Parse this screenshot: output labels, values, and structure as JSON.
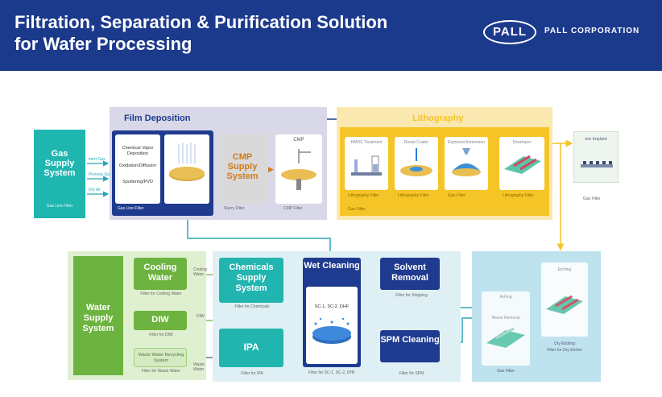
{
  "header": {
    "title_line1": "Filtration, Separation & Purification Solution",
    "title_line2": "for Wafer Processing",
    "logo_text": "PALL",
    "company": "PALL CORPORATION"
  },
  "gas": {
    "title": "Gas Supply System",
    "lines": [
      "Inert Gas",
      "Process Gas",
      "Dry Air"
    ],
    "filter": "Gas Line Filter"
  },
  "film": {
    "title": "Film Deposition",
    "processes": [
      "Chemical Vapor Deposition",
      "Oxidation/Diffusion",
      "Sputtering/PVD"
    ],
    "filter": "Gas Line Filter",
    "cmp_system": "CMP Supply System",
    "cmp_system_filter": "Slurry Filter",
    "cmp_label": "CMP",
    "cmp_filter": "CMP Filter"
  },
  "litho": {
    "title": "Lithography",
    "steps": [
      "HMDS Treatment",
      "Resist Coater",
      "Exposure/Immersion",
      "Developer"
    ],
    "filters": [
      "Lithography Filter",
      "Lithography Filter",
      "Gas Filter",
      "Lithography Filter"
    ],
    "gas_filter_extra": "Gas Filter"
  },
  "ion": {
    "title": "Ion Implant",
    "filter": "Gas Filter"
  },
  "water": {
    "title": "Water Supply System",
    "cooling": "Cooling Water",
    "cooling_filter": "Filter for Cooling Water",
    "cooling_flow": "Cooling Water",
    "diw": "DIW",
    "diw_filter": "Filter for DIW",
    "diw_flow": "DIW",
    "waste": "Waste Water Recycling System",
    "waste_filter": "Filter for Waste Water",
    "waste_flow": "Waste Water"
  },
  "chem": {
    "supply": "Chemicals Supply System",
    "supply_filter": "Filter for Chemicals",
    "ipa": "IPA",
    "ipa_filter": "Filter for IPA",
    "wet": "Wet Cleaning",
    "wet_sub": "SC-1, SC-2, DHF",
    "wet_filter": "Filter for SC-1, SC-2, DHF",
    "solvent": "Solvent Removal",
    "solvent_filter": "Filter for Stripping",
    "spm": "SPM Cleaning",
    "spm_filter": "Filter for SPM"
  },
  "right": {
    "etching": "Etching",
    "etch_type": "Dry Etching",
    "etch_filter": "Gas Filter",
    "ashing": "Ashing",
    "ashing_type": "Resist Removal",
    "ashing_filter": "Filter for Dry Etcher"
  },
  "colors": {
    "header": "#1c3a8c",
    "teal": "#22b5b0",
    "navy": "#1f3b8f",
    "yellow": "#f5c426",
    "green": "#6db33f",
    "flow_line": "#2aa6b8"
  }
}
